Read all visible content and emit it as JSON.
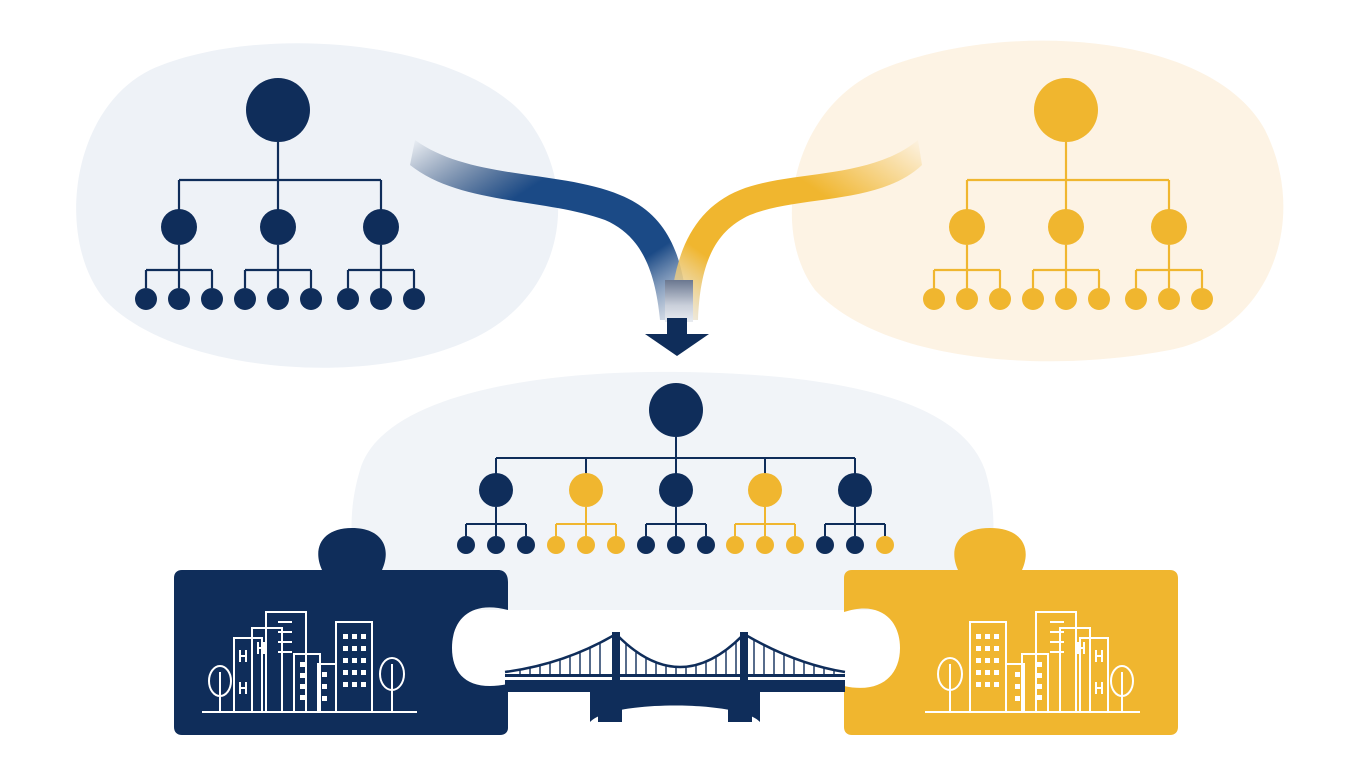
{
  "colors": {
    "navy": "#0f2d5a",
    "gold": "#f0b62f",
    "navy_blob": "#eef2f7",
    "gold_blob": "#fdf3e4",
    "merged_blob": "#f1f4f8",
    "background": "#ffffff"
  },
  "org_left": {
    "levels": [
      1,
      3,
      9
    ],
    "color": "navy"
  },
  "org_right": {
    "levels": [
      1,
      3,
      9
    ],
    "color": "gold"
  },
  "org_merged": {
    "top_color": "navy",
    "branches": [
      {
        "color": "navy",
        "children": 3
      },
      {
        "color": "gold",
        "children": 3
      },
      {
        "color": "navy",
        "children": 3
      },
      {
        "color": "gold",
        "children": 3
      },
      {
        "color": "navy",
        "children": 3,
        "last_child_color": "gold"
      }
    ]
  },
  "icons": {
    "merge_arrow": "merge-arrow-icon",
    "left_puzzle": "city-puzzle-piece-icon",
    "right_puzzle": "city-puzzle-piece-icon",
    "bridge": "suspension-bridge-icon"
  }
}
